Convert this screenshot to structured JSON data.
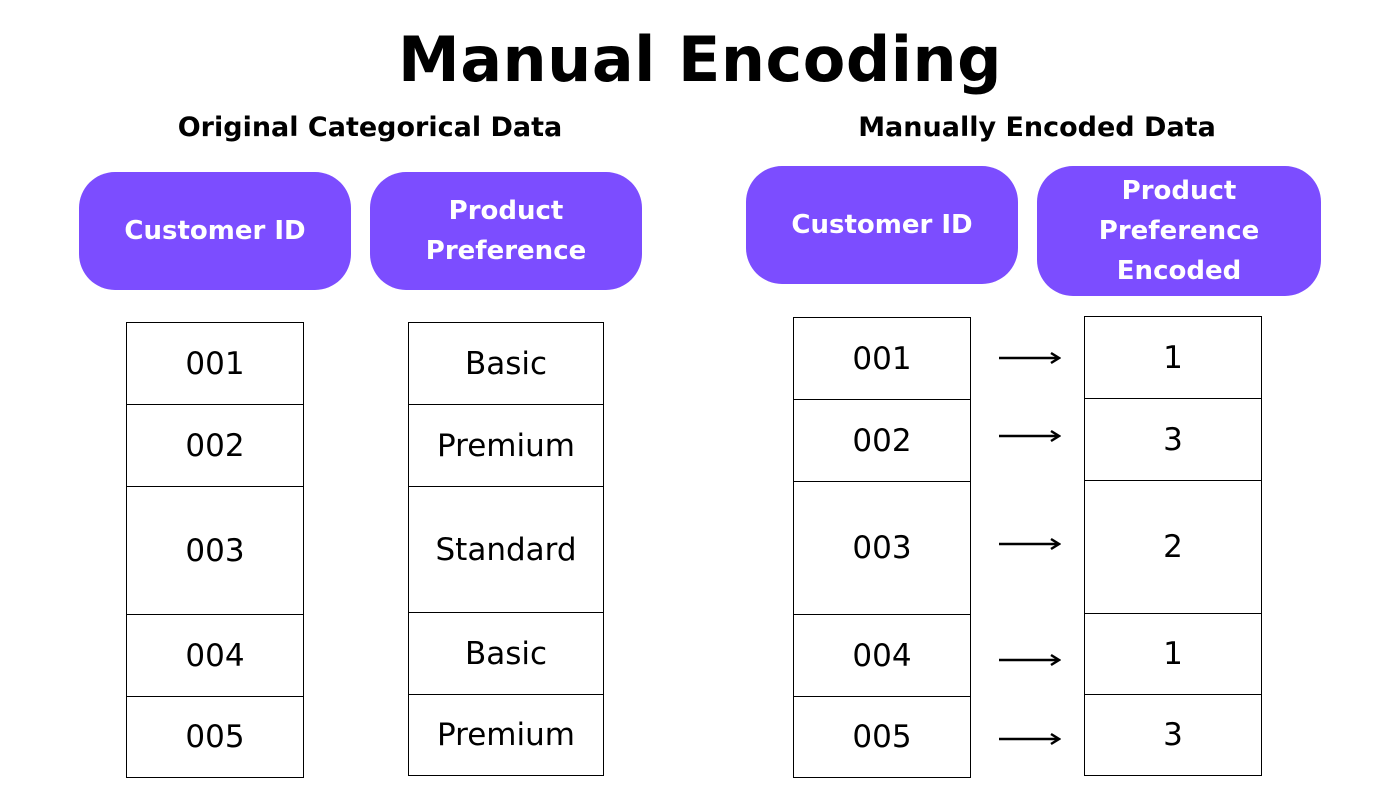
{
  "title": "Manual Encoding",
  "left": {
    "subtitle": "Original Categorical Data",
    "headers": [
      "Customer ID",
      "Product\nPreference"
    ],
    "rows": [
      {
        "id": "001",
        "value": "Basic"
      },
      {
        "id": "002",
        "value": "Premium"
      },
      {
        "id": "003",
        "value": "Standard"
      },
      {
        "id": "004",
        "value": "Basic"
      },
      {
        "id": "005",
        "value": "Premium"
      }
    ]
  },
  "right": {
    "subtitle": "Manually Encoded Data",
    "headers": [
      "Customer ID",
      "Product\nPreference\nEncoded"
    ],
    "rows": [
      {
        "id": "001",
        "value": "1"
      },
      {
        "id": "002",
        "value": "3"
      },
      {
        "id": "003",
        "value": "2"
      },
      {
        "id": "004",
        "value": "1"
      },
      {
        "id": "005",
        "value": "3"
      }
    ]
  },
  "colors": {
    "header_bg": "#7c4dff",
    "header_text": "#ffffff",
    "border": "#000000"
  },
  "icons": {
    "mapping": "right-arrow-icon"
  }
}
